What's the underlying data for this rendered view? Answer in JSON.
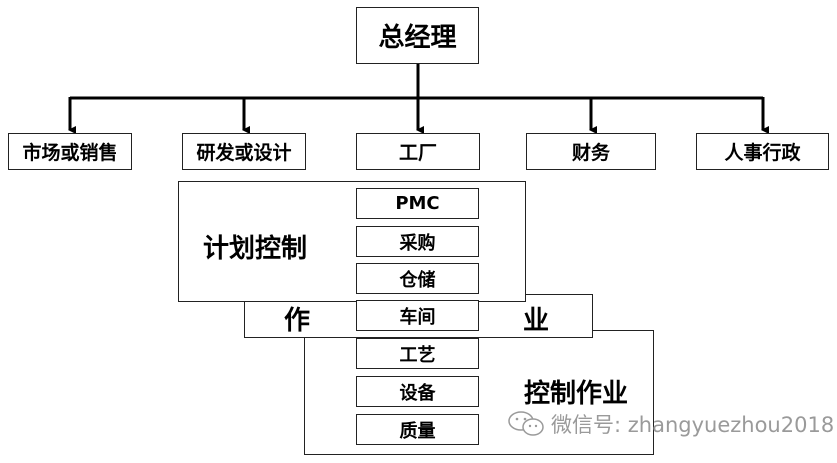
{
  "root": {
    "label": "总经理"
  },
  "departments": [
    {
      "label": "市场或销售"
    },
    {
      "label": "研发或设计"
    },
    {
      "label": "工厂"
    },
    {
      "label": "财务"
    },
    {
      "label": "人事行政"
    }
  ],
  "groups": {
    "planning_control": {
      "label": "计划控制"
    },
    "operations_band": {
      "left_char": "作",
      "right_char": "业"
    },
    "control_operations": {
      "label": "控制作业"
    }
  },
  "factory_units": [
    {
      "label": "PMC"
    },
    {
      "label": "采购"
    },
    {
      "label": "仓储"
    },
    {
      "label": "车间"
    },
    {
      "label": "工艺"
    },
    {
      "label": "设备"
    },
    {
      "label": "质量"
    }
  ],
  "watermark": {
    "text": "微信号: zhangyuezhou2018",
    "icon": "wechat-icon"
  }
}
